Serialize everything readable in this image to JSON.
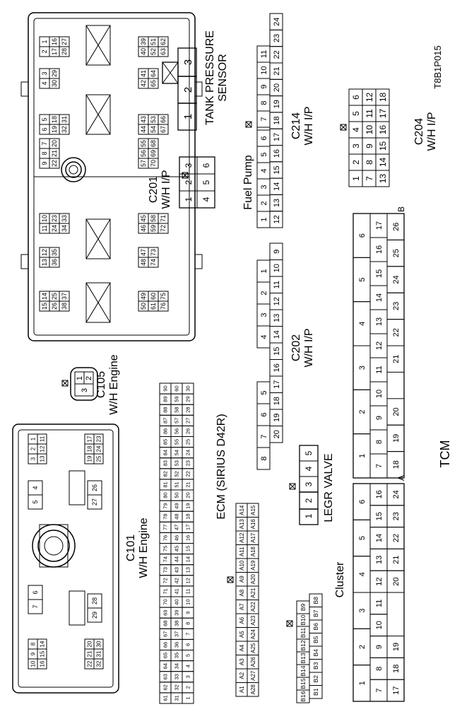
{
  "figure_id": "T8B1P015",
  "connectors": {
    "c201": {
      "name": "C201",
      "sub": "W/H I/P"
    },
    "c105": {
      "name": "C105",
      "sub": "W/H Engine",
      "pins": [
        "1",
        "2",
        "3"
      ]
    },
    "c101": {
      "name": "C101",
      "sub": "W/H Engine",
      "top_left": [
        "10",
        "9",
        "8",
        "16",
        "15",
        "14"
      ],
      "top_right": [
        "3",
        "2",
        "1",
        "13",
        "12",
        "11"
      ],
      "mid_left": [
        "22",
        "21",
        "20",
        "32",
        "31",
        "30"
      ],
      "mid_right": [
        "19",
        "18",
        "17",
        "25",
        "24",
        "23"
      ],
      "singles": [
        "7",
        "6",
        "5",
        "4",
        "29",
        "28",
        "27",
        "26"
      ]
    },
    "ecm": {
      "name": "ECM (SIRIUS D42R)"
    },
    "tank": {
      "name": "TANK PRESSURE",
      "name2": "SENSOR",
      "pins": [
        "1",
        "2",
        "3"
      ]
    },
    "fuel_pump": {
      "name": "Fuel Pump",
      "pins": [
        "1",
        "2",
        "3",
        "4",
        "5",
        "6"
      ]
    },
    "c214": {
      "name": "C214",
      "sub": "W/H I/P"
    },
    "c202": {
      "name": "C202",
      "sub": "W/H I/P"
    },
    "c204": {
      "name": "C204",
      "sub": "W/H I/P"
    },
    "legr": {
      "name": "LEGR VALVE",
      "pins": [
        "1",
        "2",
        "3",
        "4",
        "5"
      ]
    },
    "cluster": {
      "name": "Cluster"
    },
    "tcm": {
      "name": "TCM",
      "half_a": "A",
      "half_b": "B"
    }
  },
  "c201_blocks": [
    {
      "rows": [
        [
          "2",
          "1"
        ],
        [
          "17",
          "16"
        ],
        [
          "28",
          "27"
        ]
      ]
    },
    {
      "rows": [
        [
          "4",
          "3"
        ],
        [
          "30",
          "29"
        ]
      ]
    },
    {
      "rows": [
        [
          "6",
          "5"
        ],
        [
          "19",
          "18"
        ],
        [
          "32",
          "31"
        ]
      ]
    },
    {
      "rows": [
        [
          "9",
          "8",
          "7"
        ],
        [
          "22",
          "21",
          "20"
        ]
      ]
    },
    {
      "rows": [
        [
          "11",
          "10"
        ],
        [
          "24",
          "23"
        ],
        [
          "34",
          "33"
        ]
      ]
    },
    {
      "rows": [
        [
          "13",
          "12"
        ],
        [
          "36",
          "35"
        ]
      ]
    },
    {
      "rows": [
        [
          "15",
          "14"
        ],
        [
          "26",
          "25"
        ],
        [
          "38",
          "37"
        ]
      ]
    },
    {
      "rows": [
        [
          "40",
          "39"
        ],
        [
          "52",
          "51"
        ],
        [
          "63",
          "62"
        ]
      ]
    },
    {
      "rows": [
        [
          "42",
          "41"
        ],
        [
          "65",
          "64"
        ]
      ]
    },
    {
      "rows": [
        [
          "44",
          "43"
        ],
        [
          "54",
          "53"
        ],
        [
          "67",
          "66"
        ]
      ]
    },
    {
      "rows": [
        [
          "57",
          "56",
          "55"
        ],
        [
          "70",
          "69",
          "68"
        ]
      ]
    },
    {
      "rows": [
        [
          "46",
          "45"
        ],
        [
          "59",
          "58"
        ],
        [
          "72",
          "71"
        ]
      ]
    },
    {
      "rows": [
        [
          "48",
          "47"
        ],
        [
          "74",
          "73"
        ]
      ]
    },
    {
      "rows": [
        [
          "50",
          "49"
        ],
        [
          "61",
          "60"
        ],
        [
          "76",
          "75"
        ]
      ]
    }
  ],
  "c214_rows": [
    [
      "1",
      "2",
      "3",
      "4",
      "5",
      "6",
      "7",
      "8",
      "9",
      "10",
      "11"
    ],
    [
      "12",
      "13",
      "14",
      "15",
      "16",
      "17",
      "18",
      "19",
      "20",
      "21",
      "22",
      "23",
      "24"
    ]
  ],
  "c202_rows": [
    [
      "1",
      "2",
      "3",
      "4",
      "5",
      "6",
      "7",
      "8"
    ],
    [
      "9",
      "10",
      "11",
      "12",
      "13",
      "14",
      "15",
      "16",
      "17",
      "18",
      "19",
      "20"
    ]
  ],
  "c204_rows": [
    [
      "1",
      "2",
      "3",
      "4",
      "5",
      "6"
    ],
    [
      "7",
      "8",
      "9",
      "10",
      "11",
      "12"
    ],
    [
      "13",
      "14",
      "15",
      "16",
      "17",
      "18"
    ]
  ],
  "cluster_rows": [
    [
      "B1",
      "B2",
      "B3",
      "B4",
      "B5",
      "B6",
      "B7",
      "B8"
    ],
    [
      "B16",
      "B15",
      "B14",
      "B13",
      "B12",
      "B11",
      "B10",
      "B9"
    ]
  ],
  "legr_extra": "5",
  "tcm_a": {
    "row1": [
      "1",
      "2",
      "3",
      "4",
      "5",
      "6"
    ],
    "row2": [
      "7",
      "8",
      "9",
      "10",
      "11",
      "12",
      "13",
      "14",
      "15",
      "16"
    ],
    "row3": [
      "17",
      "18",
      "19",
      "20",
      "21",
      "22",
      "23",
      "24"
    ]
  },
  "tcm_b": {
    "row1": [
      "1",
      "2",
      "3",
      "4",
      "5",
      "6"
    ],
    "row2": [
      "7",
      "8",
      "9",
      "10",
      "11",
      "12",
      "13",
      "14",
      "15",
      "16",
      "17"
    ],
    "row3": [
      "18",
      "19",
      "20",
      "21",
      "22",
      "23",
      "24",
      "25",
      "26"
    ]
  }
}
